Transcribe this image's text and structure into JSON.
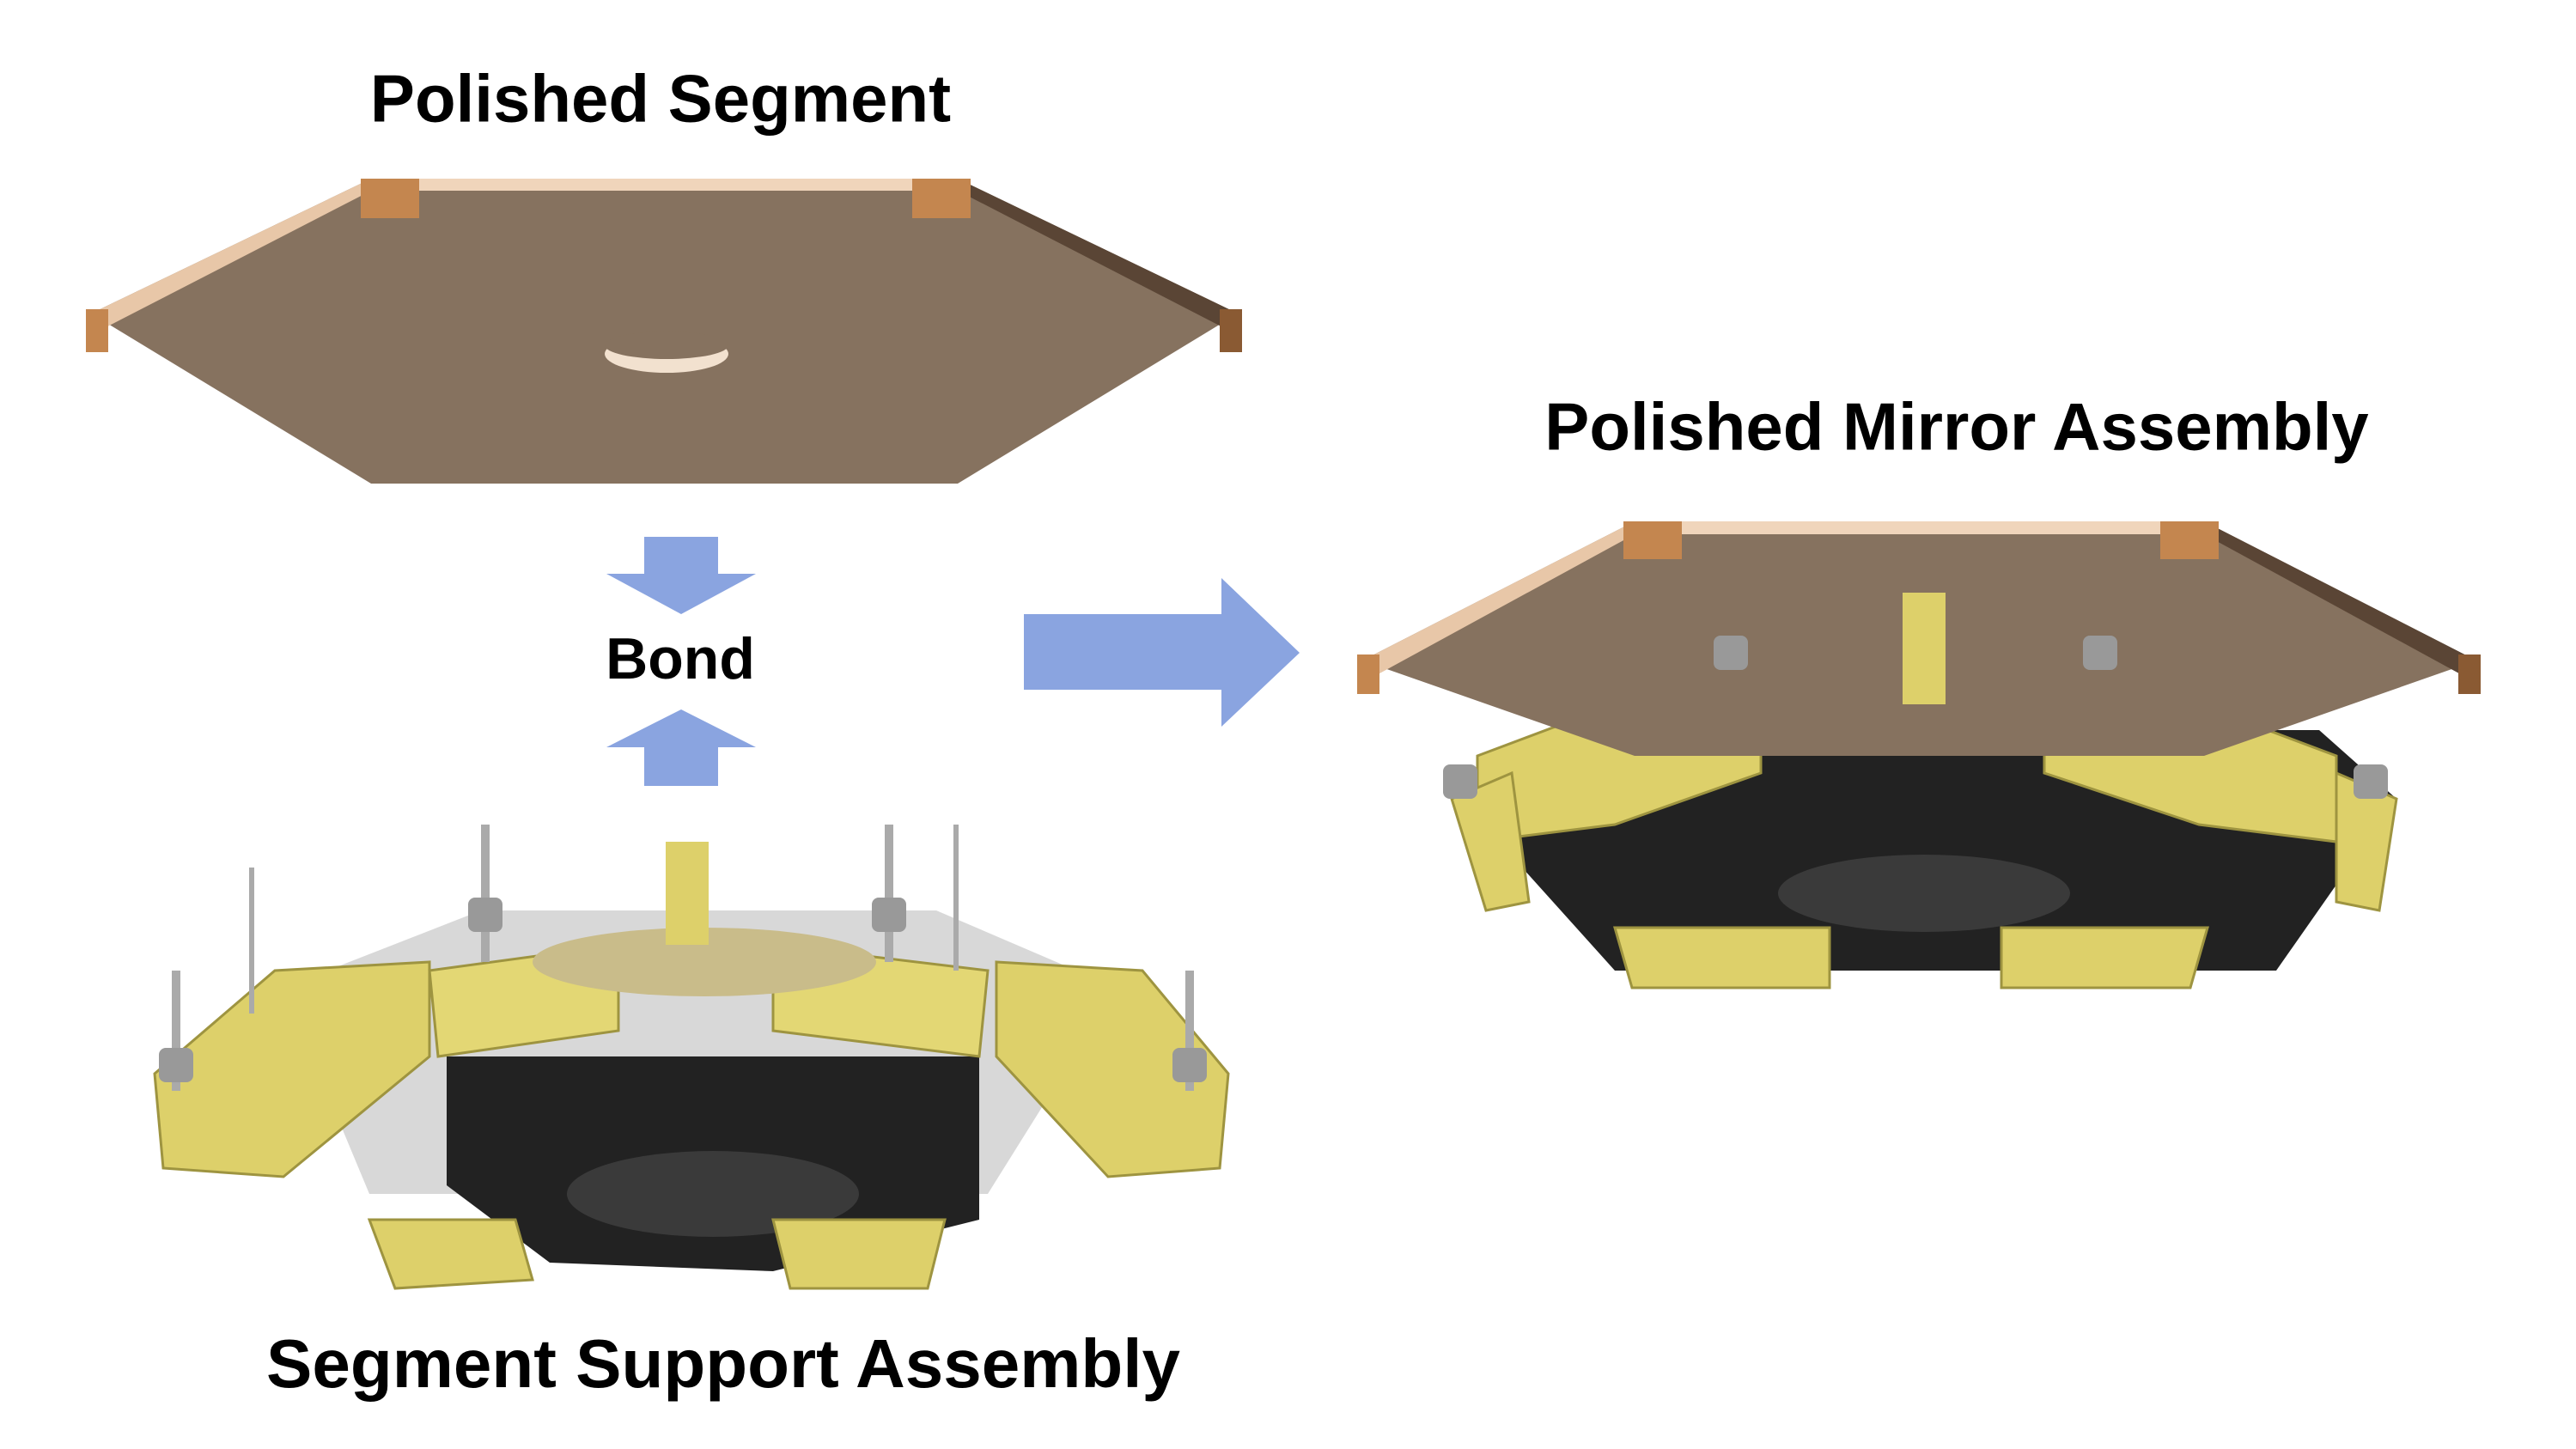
{
  "labels": {
    "polished_segment": "Polished Segment",
    "bond": "Bond",
    "polished_mirror_assembly": "Polished Mirror Assembly",
    "segment_support_assembly": "Segment Support Assembly"
  },
  "colors": {
    "arrow": "#8aa4e0",
    "segment_face": "#86725f",
    "segment_edge": "#e8c7a8",
    "segment_corner": "#b8743f",
    "support_yellow": "#ddd06a",
    "support_dark": "#222222",
    "support_grey": "#c8c8c8"
  }
}
